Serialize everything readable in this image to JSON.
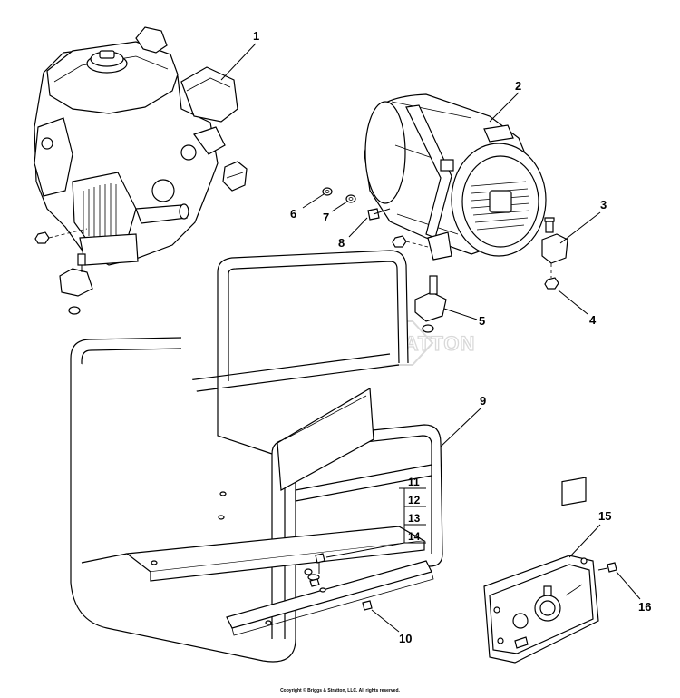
{
  "watermark": "BRIGGS&STRATTON",
  "copyright": "Copyright © Briggs & Stratton, LLC. All rights reserved.",
  "callouts": {
    "c1": "1",
    "c2": "2",
    "c3": "3",
    "c4": "4",
    "c5": "5",
    "c6": "6",
    "c7": "7",
    "c8": "8",
    "c9": "9",
    "c10": "10",
    "c11": "11",
    "c12": "12",
    "c13": "13",
    "c14": "14",
    "c15": "15",
    "c16": "16"
  }
}
